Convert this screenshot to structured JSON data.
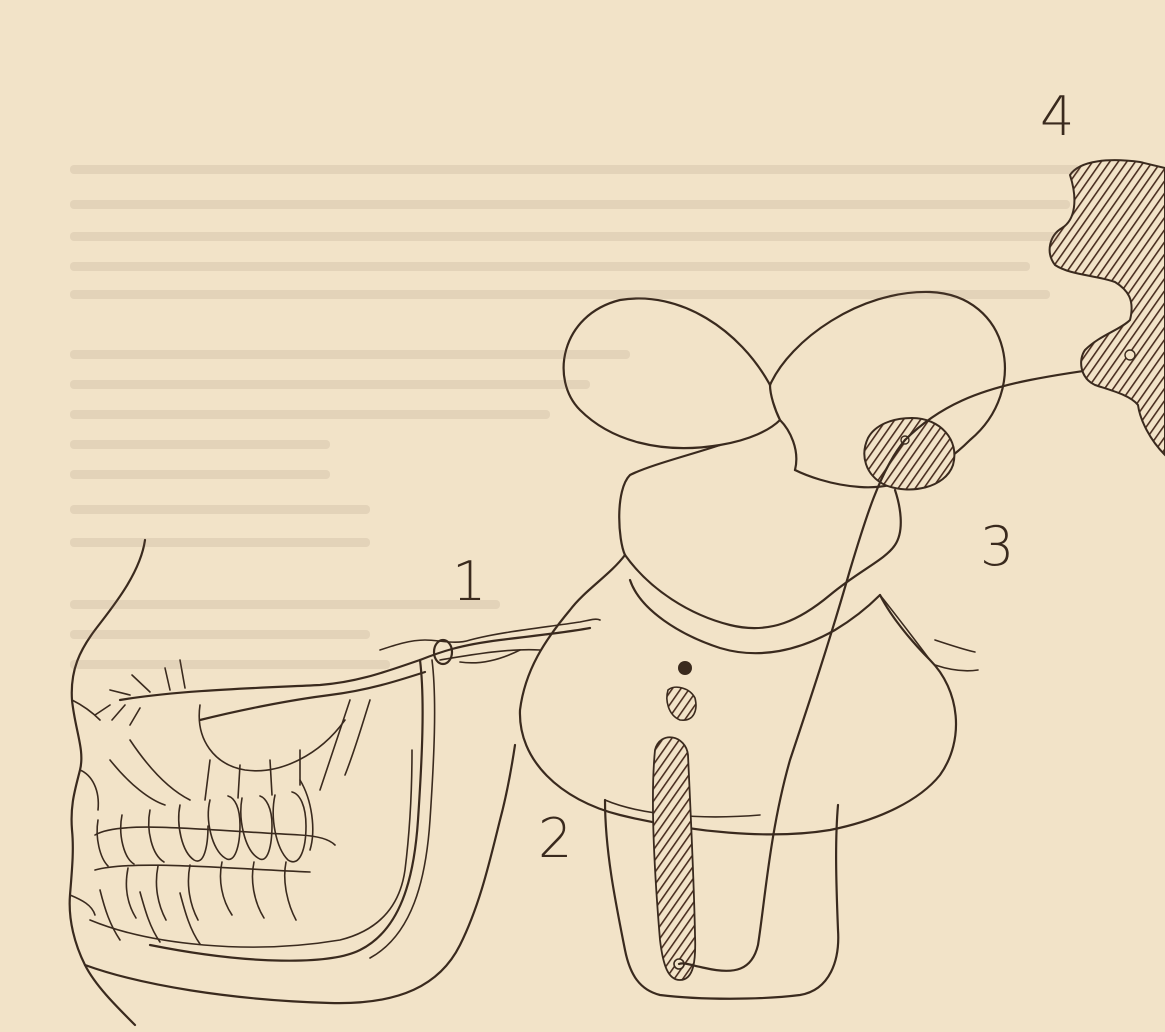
{
  "figure": {
    "labels": [
      "1",
      "2",
      "3",
      "4"
    ]
  },
  "colors": {
    "paper": "#f2e3c8",
    "ink": "#3a2a1e",
    "hatch": "#5a3a2a"
  }
}
